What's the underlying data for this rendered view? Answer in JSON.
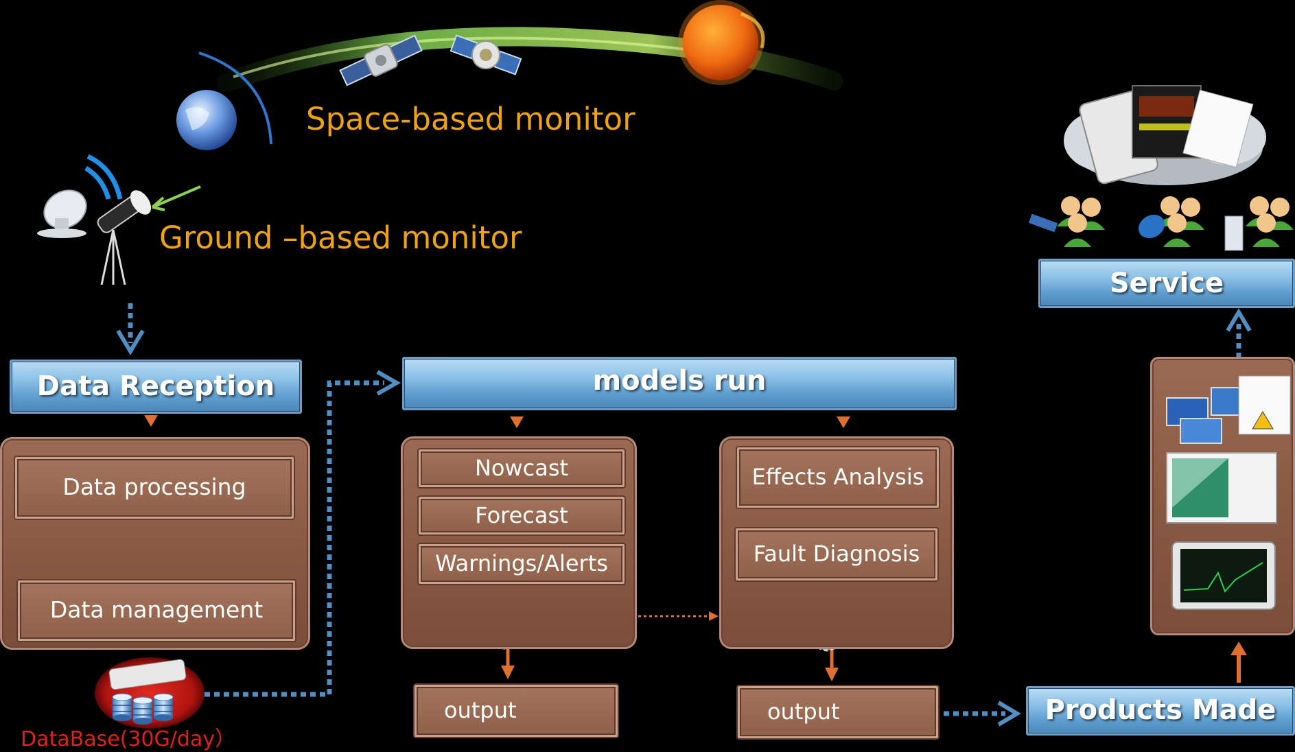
{
  "labels": {
    "space_monitor": "Space-based monitor",
    "ground_monitor": "Ground –based monitor",
    "data_reception": "Data Reception",
    "models_run": "models run",
    "service": "Service",
    "products_made": "Products Made",
    "data_processing": "Data processing",
    "data_management": "Data  management",
    "database": "DataBase(30G/day）",
    "nowcast": "Nowcast",
    "forecast": "Forecast",
    "warnings": "Warnings/Alerts",
    "effects_analysis": "Effects Analysis",
    "fault_diagnosis": "Fault Diagnosis",
    "output_1": "output",
    "output_2": "output"
  },
  "colors": {
    "background": "#000000",
    "label_orange": "#f0a30a",
    "bar_blue": "#8ec2e8",
    "panel_brown": "#8a5a44",
    "arrow_blue": "#4f8fc4",
    "arrow_orange": "#e07030",
    "database_red": "#e0201a"
  },
  "icons": [
    "earth-icon",
    "satellite-icon",
    "sun-icon",
    "radio-dish-icon",
    "telescope-icon",
    "gear-icon",
    "database-icon",
    "users-icon",
    "report-cloud-icon",
    "monitor-icon"
  ]
}
